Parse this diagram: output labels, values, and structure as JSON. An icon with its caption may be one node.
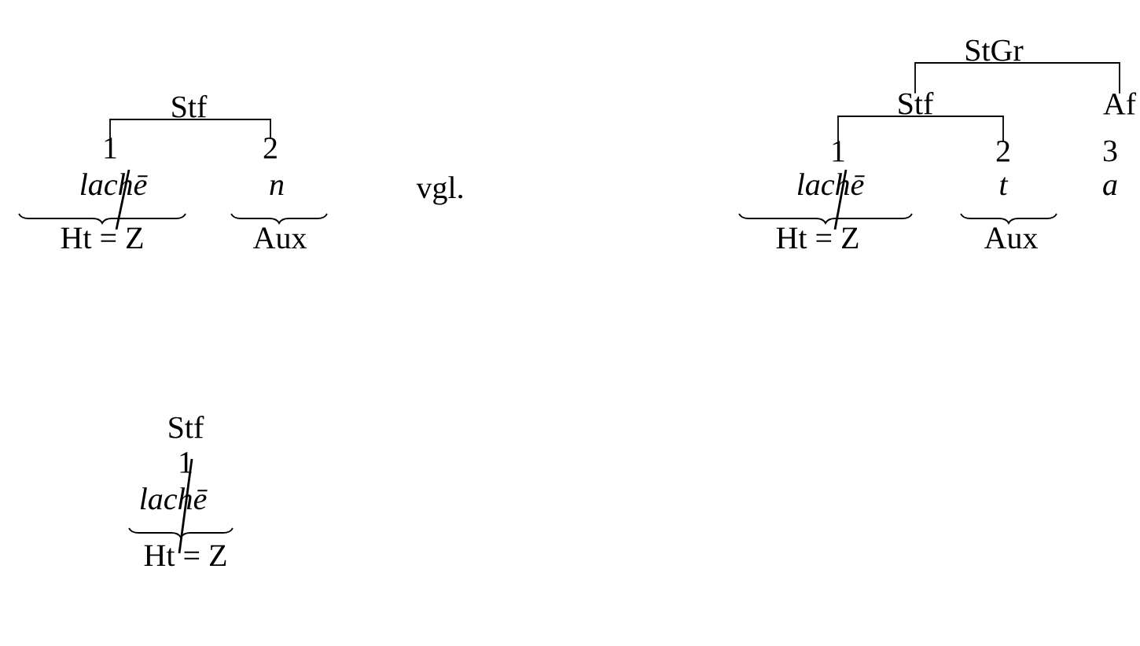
{
  "diagram": {
    "nodes": [
      {
        "text": [
          "Stf"
        ]
      },
      {
        "text": [
          "1"
        ]
      },
      {
        "text": [
          "2"
        ]
      },
      {
        "text": [
          "StGr"
        ]
      },
      {
        "text": [
          "Stf"
        ]
      },
      {
        "text": [
          "Af"
        ]
      },
      {
        "text": [
          "1"
        ]
      },
      {
        "text": [
          "2"
        ]
      },
      {
        "text": [
          "3"
        ]
      },
      {
        "text": [
          "Stf"
        ]
      },
      {
        "text": [
          "1"
        ]
      }
    ],
    "edges": [
      {
        "from": 0,
        "to": 1,
        "arrow": "none"
      },
      {
        "from": 0,
        "to": 2,
        "arrow": "none"
      },
      {
        "from": 3,
        "to": 4,
        "arrow": "none"
      },
      {
        "from": 3,
        "to": 5,
        "arrow": "none"
      },
      {
        "from": 4,
        "to": 6,
        "arrow": "none"
      },
      {
        "from": 4,
        "to": 7,
        "arrow": "none"
      }
    ],
    "labels": [
      "lachē",
      "n",
      "Ht = Z",
      "Aux",
      "vgl.",
      "lachē",
      "t",
      "a",
      "Ht = Z",
      "Aux",
      "lachē",
      "Ht = Z"
    ]
  }
}
